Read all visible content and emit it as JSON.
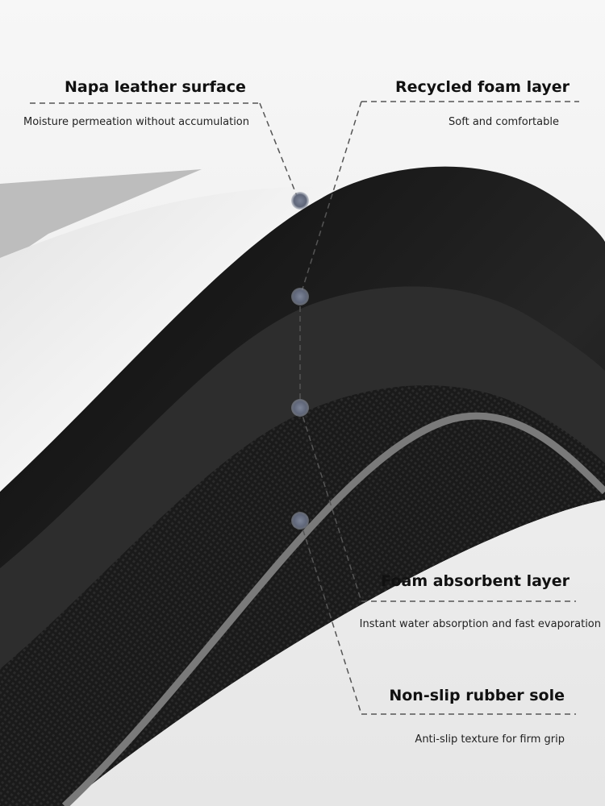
{
  "layers": [
    {
      "title": "Napa leather surface",
      "description": "Moisture permeation without accumulation"
    },
    {
      "title": "Recycled foam layer",
      "description": "Soft and comfortable"
    },
    {
      "title": "Foam absorbent layer",
      "description": "Instant water absorption and fast evaporation"
    },
    {
      "title": "Non-slip rubber sole",
      "description": "Anti-slip texture for firm grip"
    }
  ],
  "colors": {
    "leather": "#f2f2f2",
    "glossy_foam": "#141414",
    "foam": "#2c2c2c",
    "mesh": "#1b1b1b",
    "sole_edge": "#7a7a7a",
    "marker": "#6b7285"
  }
}
